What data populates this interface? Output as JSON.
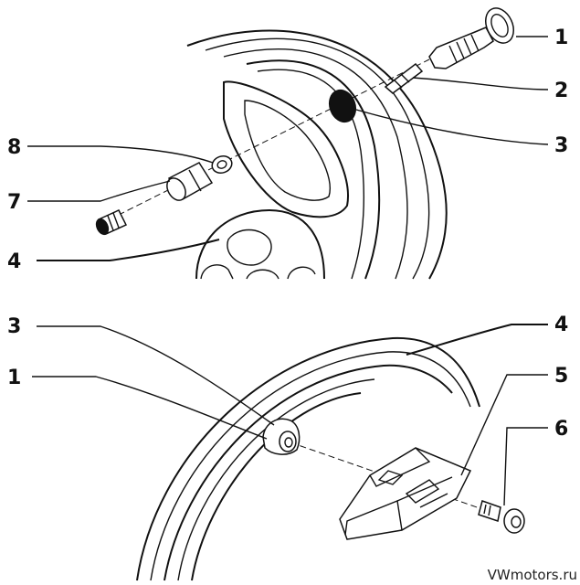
{
  "top_view": {
    "callouts": [
      {
        "id": "c1",
        "label": "1"
      },
      {
        "id": "c2",
        "label": "2"
      },
      {
        "id": "c3",
        "label": "3"
      },
      {
        "id": "c4",
        "label": "4"
      },
      {
        "id": "c7",
        "label": "7"
      },
      {
        "id": "c8",
        "label": "8"
      }
    ]
  },
  "bottom_view": {
    "callouts": [
      {
        "id": "c3",
        "label": "3"
      },
      {
        "id": "c1",
        "label": "1"
      },
      {
        "id": "c4",
        "label": "4"
      },
      {
        "id": "c5",
        "label": "5"
      },
      {
        "id": "c6",
        "label": "6"
      }
    ]
  },
  "watermark": "VWmotors.ru"
}
